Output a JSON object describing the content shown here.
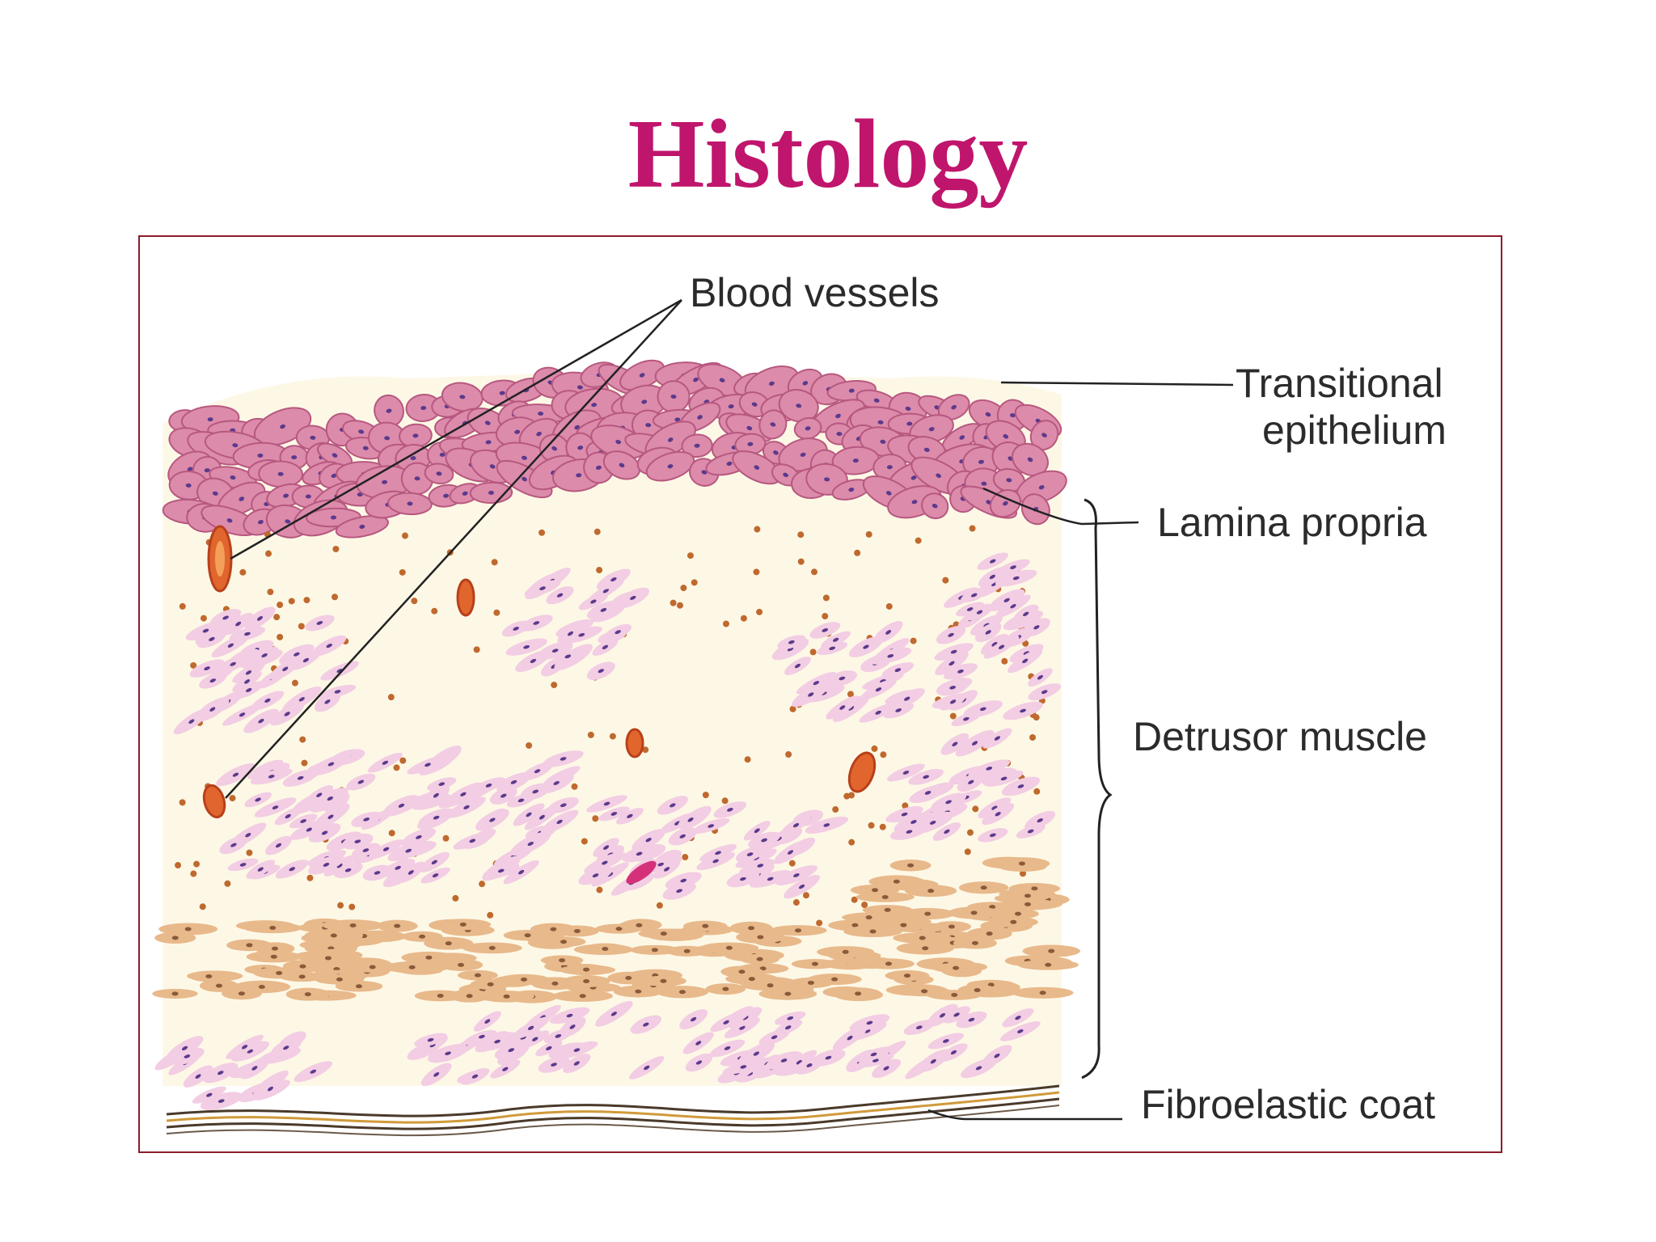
{
  "slide": {
    "title": "Histology",
    "title_color": "#c0156c"
  },
  "diagram": {
    "labels": {
      "blood_vessels": "Blood vessels",
      "transitional_line1": "Transitional",
      "transitional_line2": "epithelium",
      "lamina_propria": "Lamina propria",
      "detrusor_muscle": "Detrusor muscle",
      "fibroelastic_coat": "Fibroelastic coat"
    },
    "colors": {
      "frame": "#8b1c2c",
      "tissue_background": "#fdf8e6",
      "epithelial_cell": "#dc8bab",
      "epithelial_cell_edge": "#b7587f",
      "cell_nucleus": "#5b3a8c",
      "muscle_pink": "#f2cde3",
      "muscle_tan": "#e8b98b",
      "muscle_tan_nucleus": "#8a5a3a",
      "blood_vessel": "#e0662e",
      "dot": "#c0692e",
      "label_line": "#222222"
    }
  }
}
